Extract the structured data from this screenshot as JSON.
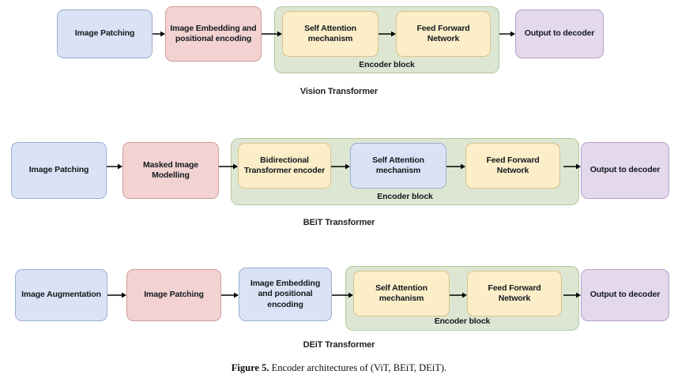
{
  "figure": {
    "caption_label": "Figure 5.",
    "caption_text": "Encoder architectures of (ViT, BEiT, DEiT).",
    "colors": {
      "blue": "#dae3f5",
      "pink": "#f2d3d2",
      "yellow": "#fbeec8",
      "purple": "#e3d8ec",
      "green": "#dde6d2",
      "arrow": "#000000",
      "text": "#14181d"
    },
    "encoder_block_label": "Encoder block"
  },
  "rows": [
    {
      "title": "Vision Transformer",
      "nodes": [
        {
          "label": "Image Patching",
          "color": "blue"
        },
        {
          "label": "Image Embedding and positional encoding",
          "color": "pink"
        },
        {
          "label": "Self Attention mechanism",
          "color": "yellow"
        },
        {
          "label": "Feed Forward Network",
          "color": "yellow"
        },
        {
          "label": "Output to decoder",
          "color": "purple"
        }
      ],
      "encoder_label": "Encoder block"
    },
    {
      "title": "BEiT Transformer",
      "nodes": [
        {
          "label": "Image Patching",
          "color": "blue"
        },
        {
          "label": "Masked Image Modelling",
          "color": "pink"
        },
        {
          "label": "Bidirectional Transformer encoder",
          "color": "yellow"
        },
        {
          "label": "Self Attention mechanism",
          "color": "blue"
        },
        {
          "label": "Feed Forward Network",
          "color": "yellow"
        },
        {
          "label": "Output to decoder",
          "color": "purple"
        }
      ],
      "encoder_label": "Encoder block"
    },
    {
      "title": "DEiT Transformer",
      "nodes": [
        {
          "label": "Image Augmentation",
          "color": "blue"
        },
        {
          "label": "Image Patching",
          "color": "pink"
        },
        {
          "label": "Image Embedding and positional encoding",
          "color": "blue"
        },
        {
          "label": "Self Attention mechanism",
          "color": "yellow"
        },
        {
          "label": "Feed Forward Network",
          "color": "yellow"
        },
        {
          "label": "Output to decoder",
          "color": "purple"
        }
      ],
      "encoder_label": "Encoder block"
    }
  ]
}
